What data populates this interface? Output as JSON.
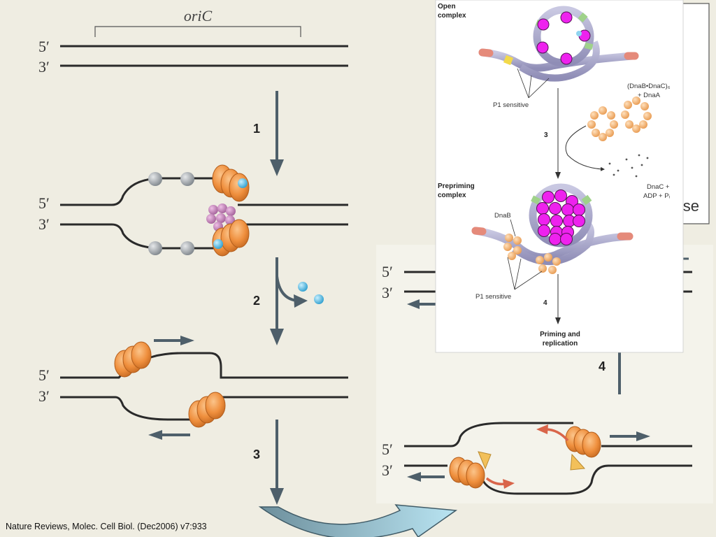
{
  "left_panel": {
    "origin_label": "oriC",
    "strand_top": "5′",
    "strand_bottom": "3′",
    "steps": [
      "1",
      "2",
      "3"
    ]
  },
  "right_panel": {
    "strand_top": "5′",
    "strand_bottom": "3′",
    "step": "4",
    "partial_text": "ase"
  },
  "inset": {
    "open_complex": [
      "Open",
      "complex"
    ],
    "p1_sensitive_top": "P1 sensitive",
    "reagent": [
      "(DnaB•DnaC)₆",
      "+ DnaA"
    ],
    "step": "3",
    "byproducts": [
      "DnaC +",
      "ADP + Pᵢ"
    ],
    "prepriming_complex": [
      "Prepriming",
      "complex"
    ],
    "dnab": "DnaB",
    "p1_sensitive_bottom": "P1 sensitive",
    "step2": "4",
    "outcome": [
      "Priming and",
      "replication"
    ]
  },
  "citation": "Nature Reviews, Molec. Cell Biol.  (Dec2006) v7:933",
  "colors": {
    "background": "#efede2",
    "dna": "#2a2a2a",
    "helicase": "#ef8f3d",
    "dnaA": "#a9adb2",
    "dnaC": "#52b9e0",
    "primase": "#f2c05a",
    "arrow": "#4e5f6a",
    "red_arrow": "#d9654a",
    "magenta": "#ee22ee",
    "loop_dna": "#a9a8c9"
  }
}
